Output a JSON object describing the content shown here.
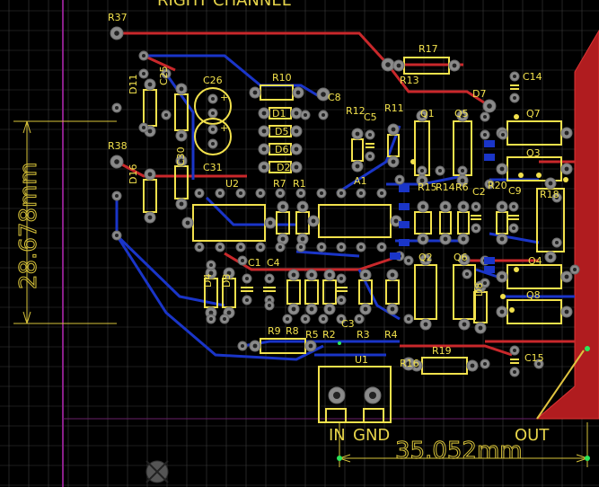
{
  "board": {
    "title_partial": "RIGHT CHANNEL",
    "colors": {
      "background": "#000000",
      "top_copper": "#c9282b",
      "bottom_copper": "#1a35c8",
      "silkscreen": "#f2e14c",
      "pad": "#8a8a8a",
      "grid": "#3b3b3b",
      "board_outline": "#8a1f8a"
    }
  },
  "dimensions": {
    "vertical": "28.678mm",
    "horizontal": "35.052mm"
  },
  "connectors": {
    "in": "IN",
    "gnd": "GND",
    "out": "OUT"
  },
  "components": [
    {
      "ref": "R37"
    },
    {
      "ref": "R38"
    },
    {
      "ref": "D11"
    },
    {
      "ref": "C25"
    },
    {
      "ref": "D16"
    },
    {
      "ref": "C30"
    },
    {
      "ref": "C26"
    },
    {
      "ref": "C31"
    },
    {
      "ref": "R10"
    },
    {
      "ref": "D1"
    },
    {
      "ref": "D5"
    },
    {
      "ref": "D6"
    },
    {
      "ref": "D2"
    },
    {
      "ref": "C8"
    },
    {
      "ref": "R12"
    },
    {
      "ref": "C5"
    },
    {
      "ref": "R11"
    },
    {
      "ref": "R13"
    },
    {
      "ref": "R17"
    },
    {
      "ref": "D7"
    },
    {
      "ref": "C14"
    },
    {
      "ref": "Q1"
    },
    {
      "ref": "Q5"
    },
    {
      "ref": "Q7"
    },
    {
      "ref": "Q3"
    },
    {
      "ref": "C1"
    },
    {
      "ref": "U2"
    },
    {
      "ref": "R7"
    },
    {
      "ref": "R1"
    },
    {
      "ref": "A1"
    },
    {
      "ref": "R15"
    },
    {
      "ref": "R14"
    },
    {
      "ref": "R6"
    },
    {
      "ref": "C2"
    },
    {
      "ref": "R20"
    },
    {
      "ref": "C9"
    },
    {
      "ref": "R18"
    },
    {
      "ref": "C4"
    },
    {
      "ref": "D4"
    },
    {
      "ref": "D3"
    },
    {
      "ref": "Q2"
    },
    {
      "ref": "Q6"
    },
    {
      "ref": "Q4"
    },
    {
      "ref": "Q8"
    },
    {
      "ref": "D8"
    },
    {
      "ref": "R9"
    },
    {
      "ref": "R8"
    },
    {
      "ref": "R5"
    },
    {
      "ref": "R2"
    },
    {
      "ref": "C3"
    },
    {
      "ref": "R3"
    },
    {
      "ref": "R4"
    },
    {
      "ref": "R19"
    },
    {
      "ref": "R16"
    },
    {
      "ref": "C15"
    },
    {
      "ref": "U1"
    }
  ]
}
